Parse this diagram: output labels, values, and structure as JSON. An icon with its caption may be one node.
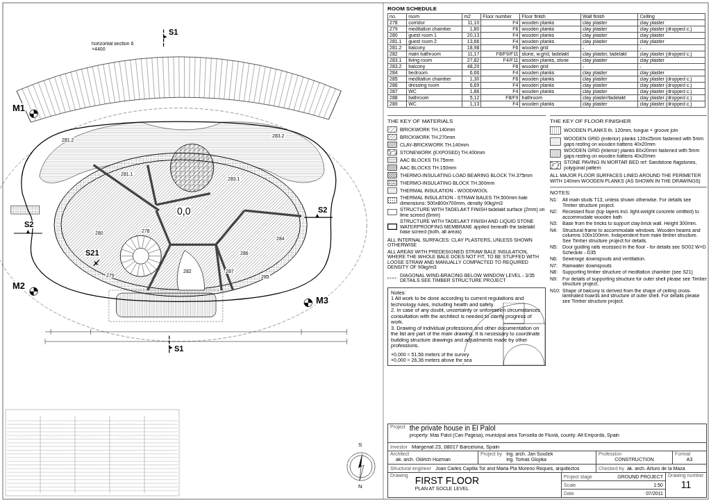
{
  "diagram": {
    "labels": [
      "ROOM SCHEDULE",
      "no.",
      "room",
      "m2",
      "Floor number",
      "Floor finish",
      "Wall finish",
      "Ceiling",
      "278",
      "corridor",
      "11,10",
      "F4",
      "wooden planks",
      "clay plaster",
      "clay plaster",
      "279",
      "meditation chamber",
      "1,80",
      "F6",
      "wooden planks",
      "clay plaster",
      "clay plaster (dropped c.)",
      "280",
      "guest room 1",
      "20,13",
      "F4",
      "wooden planks",
      "clay plaster",
      "clay plaster",
      "281.1",
      "guest room 2",
      "13,66",
      "F4",
      "wooden planks",
      "clay plaster",
      "clay plaster",
      "281.2",
      "balcony",
      "18,98",
      "F6",
      "wooden grid",
      "-",
      "-",
      "282",
      "main bathroom",
      "11,17",
      "F8/F9/F11",
      "stone, w.grid, tadelakt",
      "clay plaster, tadelakt",
      "clay plaster (dropped c.)",
      "283.1",
      "living room",
      "27,82",
      "F4/F11",
      "wooden planks, stone",
      "clay plaster",
      "clay plaster",
      "283.2",
      "balcony",
      "48,20",
      "F6",
      "wooden grid",
      "-",
      "-",
      "284",
      "bedroom",
      "6,66",
      "F4",
      "wooden planks",
      "clay plaster",
      "clay plaster",
      "285",
      "meditation chamber",
      "1,30",
      "F6",
      "wooden planks",
      "clay plaster",
      "clay plaster (dropped c.)",
      "286",
      "dressing room",
      "6,69",
      "F4",
      "wooden planks",
      "clay plaster",
      "clay plaster (dropped c.)",
      "287",
      "WC",
      "1,86",
      "F4",
      "wooden planks",
      "clay plaster",
      "clay plaster (dropped c.)",
      "288",
      "bathroom",
      "5,12",
      "F8/F9",
      "bathroom",
      "clay plaster/tadelakt",
      "clay plaster (dropped c.)",
      "289",
      "WC",
      "1,13",
      "F4",
      "wooden planks",
      "clay plaster",
      "clay plaster (dropped c.)",
      "THE KEY OF MATERIALS",
      "THE KEY OF FLOOR FINISHER",
      "ALL INTERNAL SURFACES: CLAY PLASTERS, UNLESS SHOWN OTHERWISE",
      "ALL AREAS WITH PREDESIGNED STRAW BALE INSULATION, WHERE THE WHOLE BALE DOES NOT FIT, TO BE STUFFED WITH LOOSE STRAW AND MANUALLY COMPACTED TO REQUIRED DENSITY OF 90kg/m3",
      "ALL MAJOR FLOOR SURFACES LINED AROUND THE PERIMETER WITH 140mm WOODEN PLANKS (AS SHOWN IN THE DRAWINGS)",
      "NOTES:",
      "N1:",
      "All main studs T13, unless shown otherwise. For details see Timber structure project.",
      "N2:",
      "Recessed floor (top layers incl. light-weight concrete omitted) to accommodate wooden bath",
      "N3:",
      "Base from the bricks to support clay-brick wall. Height 300mm.",
      "N4:",
      "Structural frame to accommodate windows. Wooden beams and columns 100x100mm. Independent from main timber structure. See Timber structure project for details.",
      "N5:",
      "Door guiding rails recessed in the floor - for details see SO02 W+D Schedule - D35",
      "N6:",
      "Sewerage downspouts and ventilation.",
      "N7:",
      "Rainwater downspouts",
      "N8:",
      "Supporting timber structure of meditation chamber (see S21)",
      "N9:",
      "For details of supporting structure for outer shell please see Timber structure project.",
      "N10:",
      "Shape of balcony is derived from the shape of ceiling cross-laminated boards and structure of outer shell. For details please see Timber structure project.",
      "Notes:",
      "1 All work to be done according to current regulations and technology rules, including health and safety.",
      "2. In case of any doubt, uncertainty or unforeseen circumstances consultation with the architect is needed to clarify progress of work.",
      "3. Drawing of individual professions and other documentation on the list are part of the main drawing. It is necessary to coordinate building structure drawings and adjustments made by other professions.",
      "+0,000 = 51,56 meters of the survey",
      "+0,000 = 26,36 meters above the sea",
      "Project",
      "the private house in El Palol",
      "property: Mas Palol (Can Pagesa), municipal area Torroella de Fluvià, county: Alt Empordà, Spain",
      "Investor",
      "Margenat 23, 08017 Barcelona, Spain",
      "Architect",
      "ak. arch. Oldrich Hozman",
      "Project by",
      "ing. arch. Jan Souček",
      "ing. Tomas Glopka",
      "Structural engineer",
      "Joan Carles Capilla Tor and Maria Pia Moreno Reques, arquitectos",
      "Profession",
      "CONSTRUCTION",
      "Checked by",
      "ak. arch. Arturo de la Maza",
      "Format",
      "A3",
      "Drawing",
      "FIRST FLOOR",
      "PLAN AT SOCLE LEVEL",
      "Project stage",
      "GROUND PROJECT",
      "Scale",
      "1:50",
      "Date",
      "07/2011",
      "Drawing number",
      "11",
      "S",
      "N",
      "S1",
      "horizontal section 6",
      "+4400",
      "M1",
      "S2",
      "0,0",
      "S2",
      "S21",
      "M2",
      "M3",
      "S1",
      "281.2",
      "283.2",
      "281.1",
      "283.1",
      "280",
      "278",
      "282",
      "284",
      "286",
      "287",
      "285",
      "279"
    ],
    "legend": [
      {
        "text": "BRICKWORK TH.140mm"
      },
      {
        "text": "BRICKWORK TH.270mm"
      },
      {
        "text": "CLAY-BRICKWORK TH.140mm"
      },
      {
        "text": "STONEWORK (EXPOSED) TH.400mm"
      },
      {
        "text": "AAC BLOCKS TH.75mm"
      },
      {
        "text": "AAC BLOCKS TH.150mm"
      },
      {
        "text": "THERMO-INSULATING LOAD BEARING BLOCK TH.375mm"
      },
      {
        "text": "THERMO-INSULATING BLOCK TH.300mm"
      },
      {
        "text": "THERMAL INSULATION - WOODWOOL"
      },
      {
        "text": "THERMAL INSULATION - STRAW BALES TH.500mm bale dimensions: 500x800x700mm, density 90kg/m3"
      },
      {
        "text": "STRUCTURE WITH TADELAKT FINISH tadelakt surface (2mm) on lime screed (6mm)"
      },
      {
        "text": "STRUCTURE WITH TADELAKT FINISH AND LIQUID STONE WATERPROOFING MEMBRANE applied beneath the tadelakt base screed (both, all areas)"
      },
      {
        "text": "WOODEN PLANKS th. 120mm, tongue + groove join"
      },
      {
        "text": "WOODEN GRID (exterior) planks 120x25mm fastened with 5mm gaps resting on wooden battens 40x20mm"
      },
      {
        "text": "WOODEN GRID (interior) planks 80x20mm fastened with 5mm gaps resting on wooden battens 40x20mm"
      },
      {
        "text": "STONE PAVING IN MORTAR BED ref: Sandstone flagstones, polygonal pattern"
      },
      {
        "text": "DIAGONAL WIND-BRACING BELOW WINDOW LEVEL - 3/35 DETAILS SEE TIMBER STRUCTURE PROJECT"
      }
    ]
  }
}
